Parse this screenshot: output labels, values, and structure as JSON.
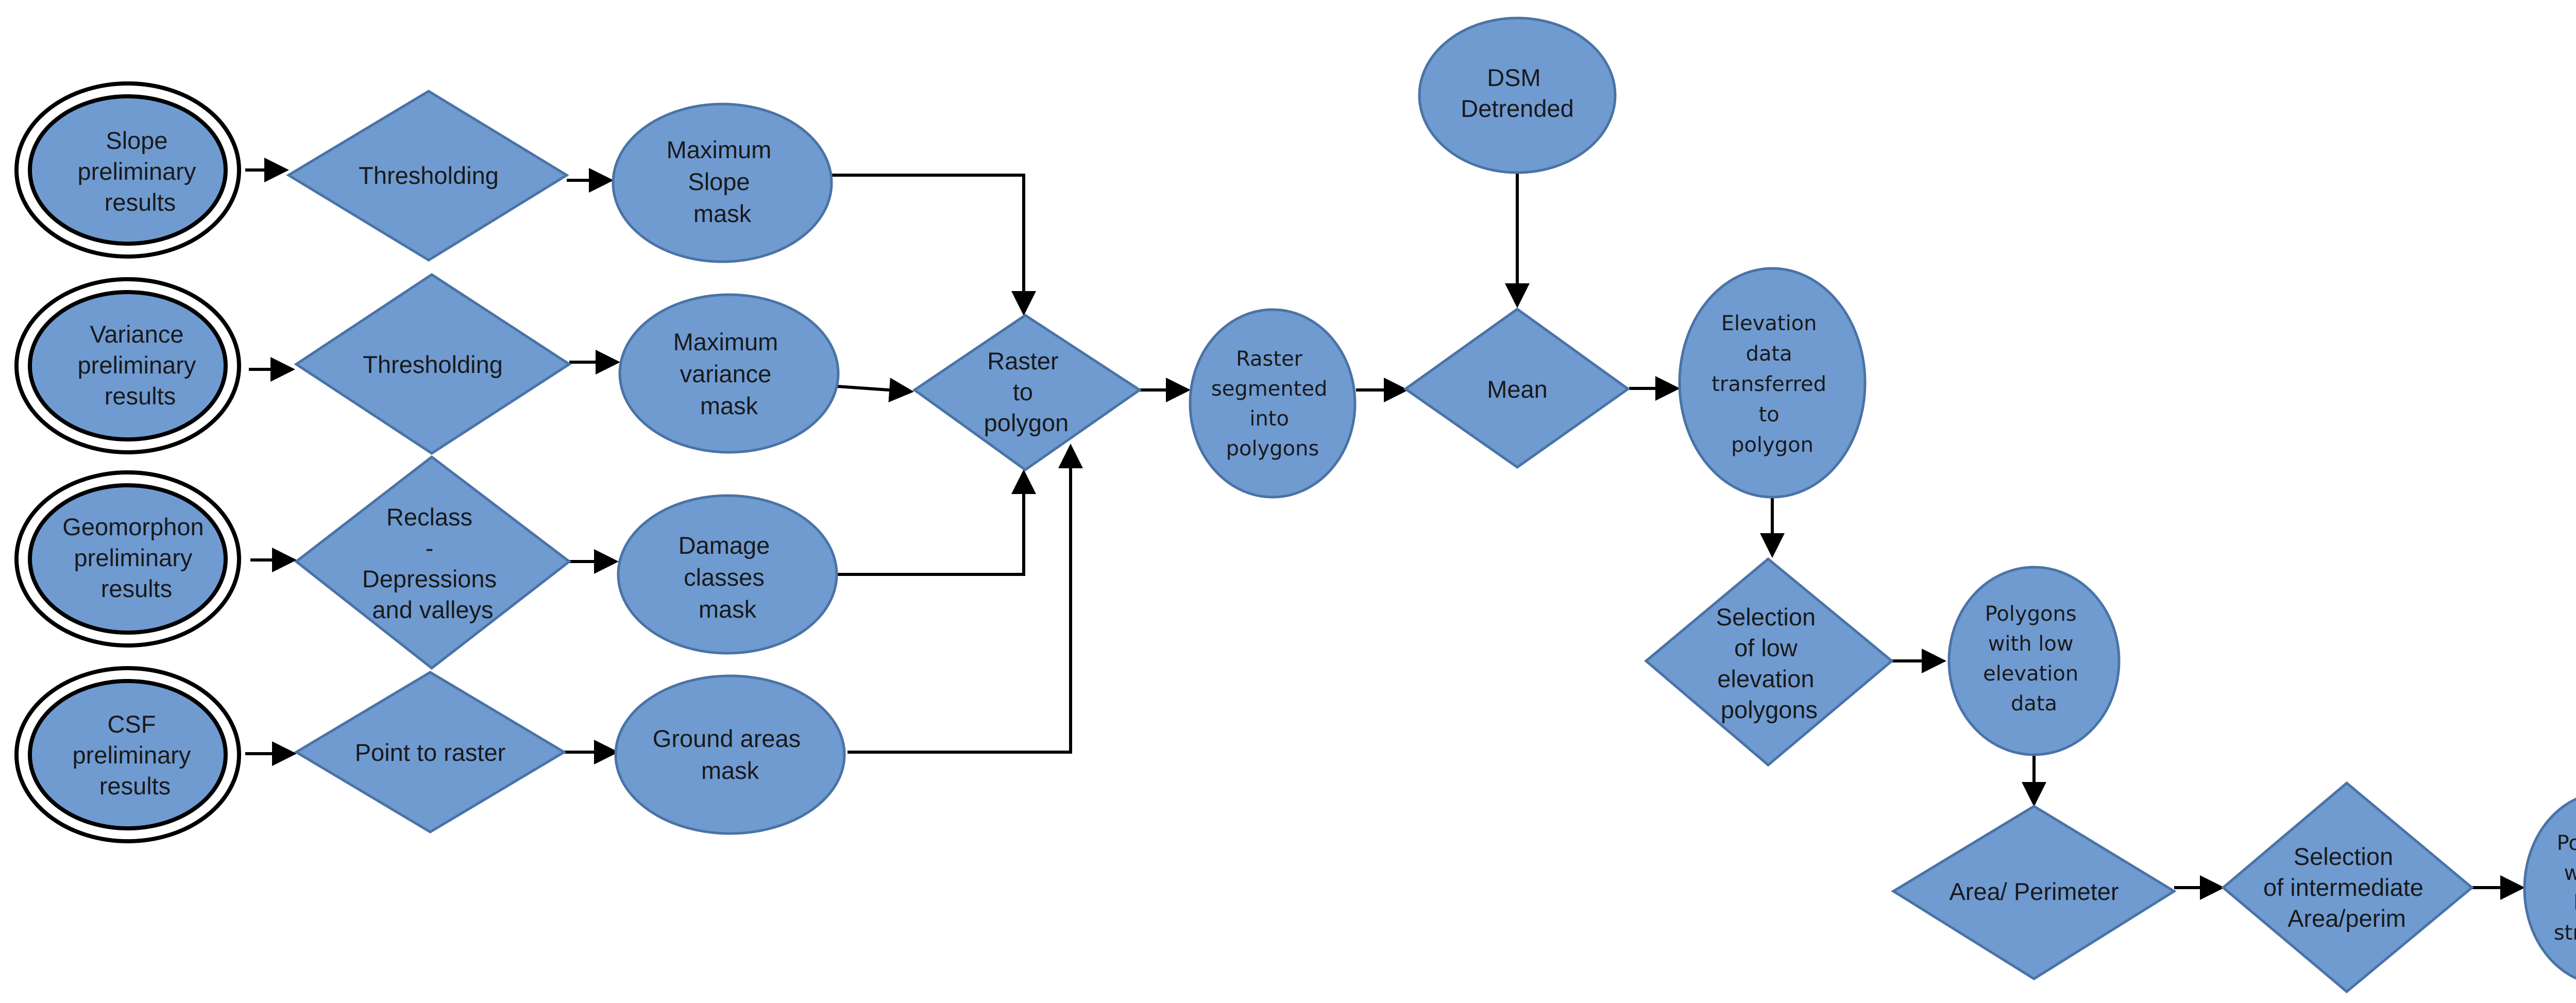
{
  "colors": {
    "node_fill": "#6f9bd1",
    "node_stroke": "#4a73a6",
    "connector": "#000000",
    "background": "#ffffff"
  },
  "nodes": {
    "slope_results": [
      "Slope",
      "preliminary",
      "results"
    ],
    "variance_results": [
      "Variance",
      "preliminary",
      "results"
    ],
    "geomorphon_results": [
      "Geomorphon",
      "preliminary",
      "results"
    ],
    "csf_results": [
      "CSF",
      "preliminary",
      "results"
    ],
    "thresholding_1": [
      "Thresholding"
    ],
    "thresholding_2": [
      "Thresholding"
    ],
    "reclass": [
      "Reclass",
      "-",
      "Depressions",
      "and valleys"
    ],
    "point_to_raster": [
      "Point to raster"
    ],
    "max_slope_mask": [
      "Maximum",
      "Slope",
      "mask"
    ],
    "max_variance_mask": [
      "Maximum",
      "variance",
      "mask"
    ],
    "damage_classes_mask": [
      "Damage",
      "classes",
      "mask"
    ],
    "ground_areas_mask": [
      "Ground areas",
      "mask"
    ],
    "raster_to_polygon": [
      "Raster",
      "to",
      "polygon"
    ],
    "raster_segmented": [
      "Raster",
      "segmented",
      "into",
      "polygons"
    ],
    "dsm_detrended": [
      "DSM",
      "Detrended"
    ],
    "mean": [
      "Mean"
    ],
    "elevation_transferred": [
      "Elevation",
      "data",
      "transferred",
      "to",
      "polygon"
    ],
    "selection_low_elevation": [
      "Selection",
      "of low",
      "elevation",
      "polygons"
    ],
    "polygons_low_elevation": [
      "Polygons",
      "with low",
      "elevation",
      "data"
    ],
    "area_perimeter": [
      "Area/ Perimeter"
    ],
    "selection_intermediate": [
      "Selection",
      "of intermediate",
      "Area/perim"
    ],
    "polygons_without_linear": [
      "Polygons",
      "without",
      "linear",
      "structures"
    ]
  }
}
